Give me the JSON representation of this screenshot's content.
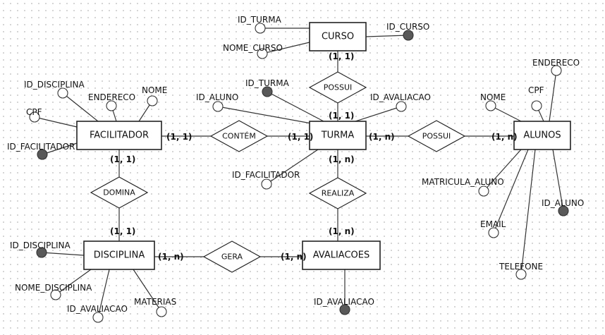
{
  "entities": {
    "curso": "CURSO",
    "facilitador": "FACILITADOR",
    "turma": "TURMA",
    "alunos": "ALUNOS",
    "disciplina": "DISCIPLINA",
    "avaliacoes": "AVALIACOES"
  },
  "relationships": {
    "possui_curso": "POSSUI",
    "contem": "CONTÉM",
    "possui_alunos": "POSSUI",
    "domina": "DOMINA",
    "realiza": "REALIZA",
    "gera": "GERA"
  },
  "cardinalities": {
    "curso_possui": "(1, 1)",
    "possui_turma": "(1, 1)",
    "facilitador_contem": "(1, 1)",
    "contem_turma": "(1, 1)",
    "turma_possui": "(1, n)",
    "possui_alunos": "(1, n)",
    "facilitador_domina": "(1, 1)",
    "domina_disciplina": "(1, 1)",
    "turma_realiza": "(1, n)",
    "realiza_avaliacoes": "(1, n)",
    "disciplina_gera": "(1, n)",
    "gera_avaliacoes": "(1, n)"
  },
  "attributes": {
    "curso_id_turma": {
      "label": "ID_TURMA",
      "key": false
    },
    "curso_nome_curso": {
      "label": "NOME_CURSO",
      "key": false
    },
    "curso_id_curso": {
      "label": "ID_CURSO",
      "key": true
    },
    "fac_id_disciplina": {
      "label": "ID_DISCIPLINA",
      "key": false
    },
    "fac_endereco": {
      "label": "ENDERECO",
      "key": false
    },
    "fac_nome": {
      "label": "NOME",
      "key": false
    },
    "fac_cpf": {
      "label": "CPF",
      "key": false
    },
    "fac_id_facilitador": {
      "label": "ID_FACILITADOR",
      "key": true
    },
    "turma_id_turma": {
      "label": "ID_TURMA",
      "key": true
    },
    "turma_id_aluno": {
      "label": "ID_ALUNO",
      "key": false
    },
    "turma_id_avaliacao": {
      "label": "ID_AVALIACAO",
      "key": false
    },
    "turma_id_facilitador": {
      "label": "ID_FACILITADOR",
      "key": false
    },
    "alunos_endereco": {
      "label": "ENDERECO",
      "key": false
    },
    "alunos_nome": {
      "label": "NOME",
      "key": false
    },
    "alunos_cpf": {
      "label": "CPF",
      "key": false
    },
    "alunos_matricula": {
      "label": "MATRICULA_ALUNO",
      "key": false
    },
    "alunos_id_aluno": {
      "label": "ID_ALUNO",
      "key": true
    },
    "alunos_email": {
      "label": "EMAIL",
      "key": false
    },
    "alunos_telefone": {
      "label": "TELEFONE",
      "key": false
    },
    "disc_id_disciplina": {
      "label": "ID_DISCIPLINA",
      "key": true
    },
    "disc_nome_disciplina": {
      "label": "NOME_DISCIPLINA",
      "key": false
    },
    "disc_id_avaliacao": {
      "label": "ID_AVALIACAO",
      "key": false
    },
    "disc_materias": {
      "label": "MATERIAS",
      "key": false
    },
    "aval_id_avaliacao": {
      "label": "ID_AVALIACAO",
      "key": true
    }
  },
  "colors": {
    "key_fill": "#595959",
    "attr_fill": "#ffffff",
    "stroke": "#222222"
  }
}
